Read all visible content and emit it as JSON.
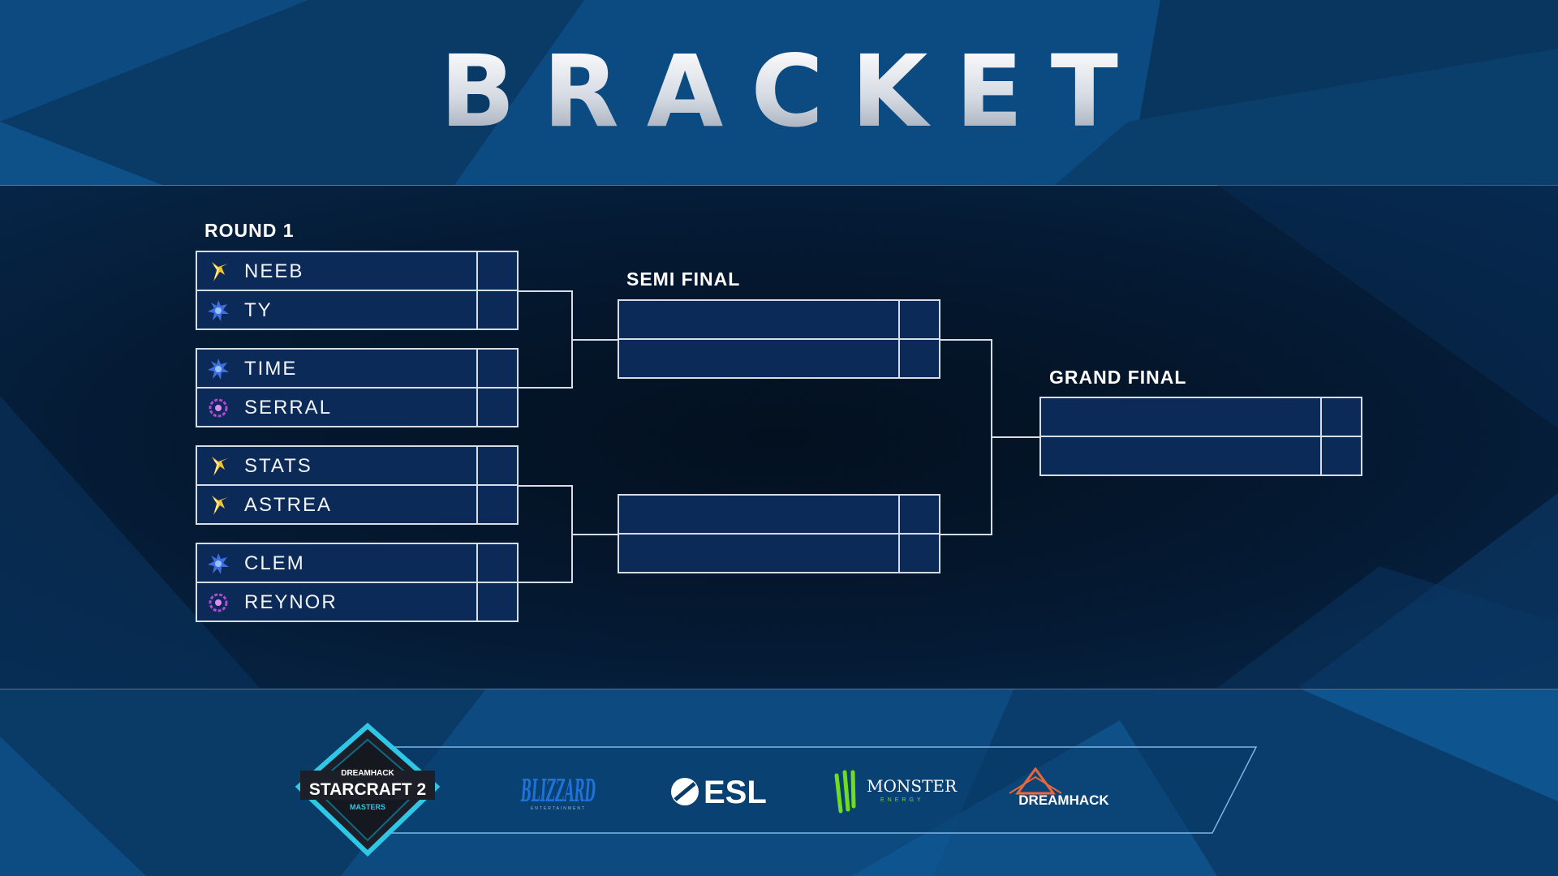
{
  "header": {
    "title": "BRACKET"
  },
  "rounds": {
    "round1_label": "ROUND 1",
    "semi_label": "SEMI FINAL",
    "final_label": "GRAND FINAL"
  },
  "round1": [
    {
      "top": {
        "name": "NEEB",
        "race": "protoss-icon",
        "score": ""
      },
      "bottom": {
        "name": "TY",
        "race": "terran-icon",
        "score": ""
      }
    },
    {
      "top": {
        "name": "TIME",
        "race": "terran-icon",
        "score": ""
      },
      "bottom": {
        "name": "SERRAL",
        "race": "zerg-icon",
        "score": ""
      }
    },
    {
      "top": {
        "name": "STATS",
        "race": "protoss-icon",
        "score": ""
      },
      "bottom": {
        "name": "ASTREA",
        "race": "protoss-icon",
        "score": ""
      }
    },
    {
      "top": {
        "name": "CLEM",
        "race": "terran-icon",
        "score": ""
      },
      "bottom": {
        "name": "REYNOR",
        "race": "zerg-icon",
        "score": ""
      }
    }
  ],
  "sponsors": {
    "event_logo": {
      "top": "DREAMHACK",
      "main": "STARCRAFT 2",
      "sub": "MASTERS"
    },
    "blizzard": {
      "main": "BLIZZARD",
      "sub": "ENTERTAINMENT"
    },
    "esl": {
      "main": "ESL"
    },
    "monster": {
      "main": "MONSTER",
      "sub": "ENERGY"
    },
    "dreamhack": {
      "main": "DREAMHACK"
    }
  },
  "colors": {
    "background_blue": "#0a3d6e",
    "slot_fill": "#0c2a58",
    "slot_border": "#d5dde8",
    "protoss": "#f2c230",
    "terran": "#3e6fe0",
    "zerg": "#b24ad6"
  }
}
